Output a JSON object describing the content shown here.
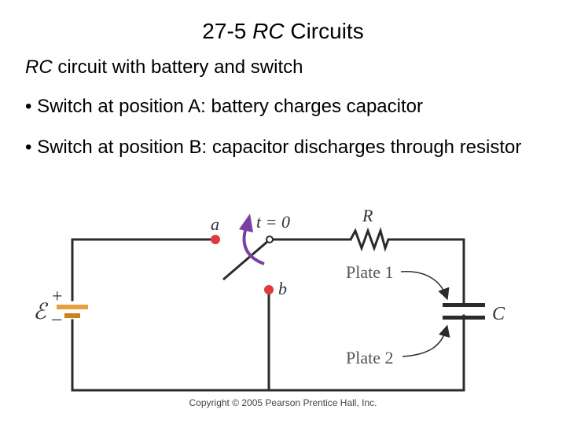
{
  "slide": {
    "title_number": "27-5",
    "title_rc": "RC",
    "title_rest": "Circuits",
    "subtitle_rc": "RC",
    "subtitle_rest": "circuit with battery and switch",
    "bullets": [
      "• Switch at position A: battery charges capacitor",
      "• Switch at position B: capacitor discharges through resistor"
    ]
  },
  "diagram": {
    "label_a": "a",
    "label_b": "b",
    "label_t": "t = 0",
    "label_R": "R",
    "label_C": "C",
    "label_emf": "ℰ",
    "label_plus": "+",
    "label_minus": "–",
    "label_plate1": "Plate 1",
    "label_plate2": "Plate 2",
    "wire_color": "#2b2b2b",
    "terminal_color": "#e03a3a",
    "arrow_color": "#7a3fa0",
    "battery_positive_color": "#e8a13a",
    "battery_negative_color": "#c9821c"
  },
  "copyright": "Copyright © 2005 Pearson Prentice Hall, Inc."
}
